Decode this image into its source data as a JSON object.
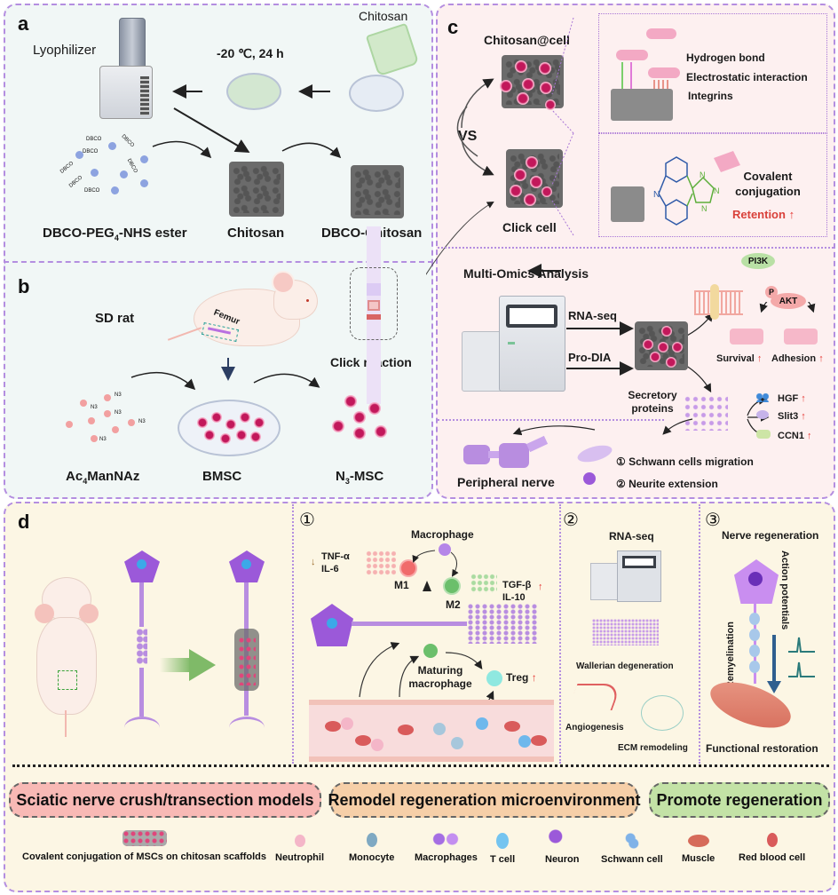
{
  "panel_a": {
    "label": "a",
    "lyophilizer": "Lyophilizer",
    "condition": "-20 ℃, 24 h",
    "chitosan_top": "Chitosan",
    "reagent": "DBCO-PEG",
    "reagent_sub": "4",
    "reagent_tail": "-NHS ester",
    "chitosan": "Chitosan",
    "dbco_chitosan": "DBCO-Chitosan",
    "dbco_tag": "DBCO"
  },
  "panel_b": {
    "label": "b",
    "sd_rat": "SD rat",
    "femur": "Femur",
    "click_reaction": "Click reaction",
    "ac4": "Ac",
    "ac4_sub": "4",
    "ac4_tail": "ManNAz",
    "bmsc": "BMSC",
    "n3msc_prefix": "N",
    "n3msc_sub": "3",
    "n3msc_tail": "-MSC",
    "n3_tag": "N3"
  },
  "panel_c": {
    "label": "c",
    "chitosan_cell": "Chitosan@cell",
    "vs": "VS",
    "click_cell": "Click cell",
    "interactions": [
      "Hydrogen bond",
      "Electrostatic interaction",
      "Integrins"
    ],
    "covalent": "Covalent conjugation",
    "retention": "Retention",
    "multi_omics": "Multi-Omics Analysis",
    "rna_seq": "RNA-seq",
    "pro_dia": "Pro-DIA",
    "pi3k": "PI3K",
    "p": "P",
    "akt": "AKT",
    "survival": "Survival",
    "adhesion": "Adhesion",
    "secretory": "Secretory proteins",
    "factors": [
      "HGF",
      "Slit3",
      "CCN1"
    ],
    "effects": [
      "① Schwann cells migration",
      "② Neurite extension"
    ],
    "peripheral_nerve": "Peripheral nerve",
    "up_arrow": "↑"
  },
  "panel_d": {
    "label": "d",
    "sub1": {
      "num": "①",
      "macrophage": "Macrophage",
      "tnf": "TNF-α",
      "il6": "IL-6",
      "m1": "M1",
      "m2": "M2",
      "tgf": "TGF-β",
      "il10": "IL-10",
      "maturing": "Maturing macrophage",
      "treg": "Treg"
    },
    "sub2": {
      "num": "②",
      "rna_seq": "RNA-seq",
      "wallerian": "Wallerian degeneration",
      "angiogenesis": "Angiogenesis",
      "ecm": "ECM remodeling"
    },
    "sub3": {
      "num": "③",
      "nerve_regen": "Nerve regeneration",
      "action_potentials": "Action potentials",
      "remyelination": "Remyelination",
      "functional": "Functional restoration"
    },
    "pills": [
      {
        "text": "Sciatic nerve crush/transection models",
        "color": "#f8b9b5"
      },
      {
        "text": "Remodel regeneration microenvironment",
        "color": "#f6cfa8"
      },
      {
        "text": "Promote regeneration",
        "color": "#c3e2a6"
      }
    ],
    "legend": [
      "Covalent conjugation of MSCs on chitosan scaffolds",
      "Neutrophil",
      "Monocyte",
      "Macrophages",
      "T cell",
      "Neuron",
      "Schwann cell",
      "Muscle",
      "Red blood cell"
    ]
  },
  "colors": {
    "panel_ab_bg": "#f1f7f6",
    "panel_c_bg": "#fdf0f0",
    "panel_d_bg": "#fcf6e4",
    "border": "#b48ee0",
    "up": "#e53935",
    "neuron": "#9b59d9"
  }
}
